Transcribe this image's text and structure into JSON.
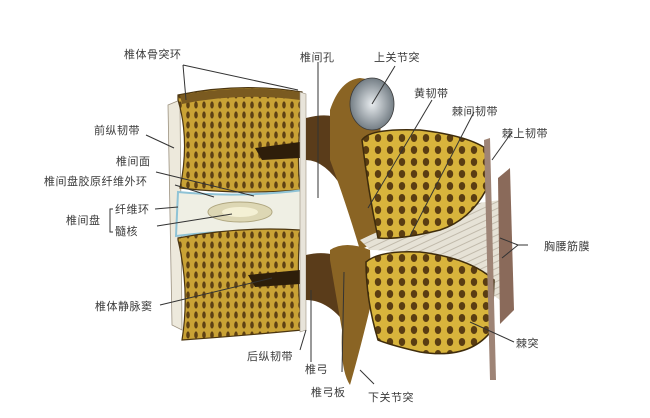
{
  "diagram": {
    "subject": "腰椎正中矢状切面（椎间连结）",
    "colors": {
      "bone_yellow": "#d9b43a",
      "bone_dark": "#6b4a18",
      "pedicle_brown": "#5a3c1a",
      "disc_white": "#eef0e6",
      "disc_blue": "#a9d6e8",
      "ligament_brown": "#8a6a5a",
      "label_text": "#3a3a3a",
      "leader_line": "#333333"
    },
    "labels": {
      "vertebral_ring_apophysis": "椎体骨突环",
      "intervertebral_foramen": "椎间孔",
      "superior_articular_process": "上关节突",
      "ligamentum_flavum": "黄韧带",
      "interspinous_ligament": "棘间韧带",
      "supraspinous_ligament": "棘上韧带",
      "anterior_longitudinal_ligament": "前纵韧带",
      "intervertebral_surface": "椎间面",
      "disc_outer_collagen_ring": "椎间盘胶原纤维外环",
      "intervertebral_disc": "椎间盘",
      "annulus_fibrosus": "纤维环",
      "nucleus_pulposus": "髓核",
      "thoracolumbar_fascia": "胸腰筋膜",
      "basivertebral_vein_sinus": "椎体静脉窦",
      "posterior_longitudinal_ligament": "后纵韧带",
      "vertebral_arch": "椎弓",
      "lamina": "椎弓板",
      "inferior_articular_process": "下关节突",
      "spinous_process": "棘突"
    }
  }
}
